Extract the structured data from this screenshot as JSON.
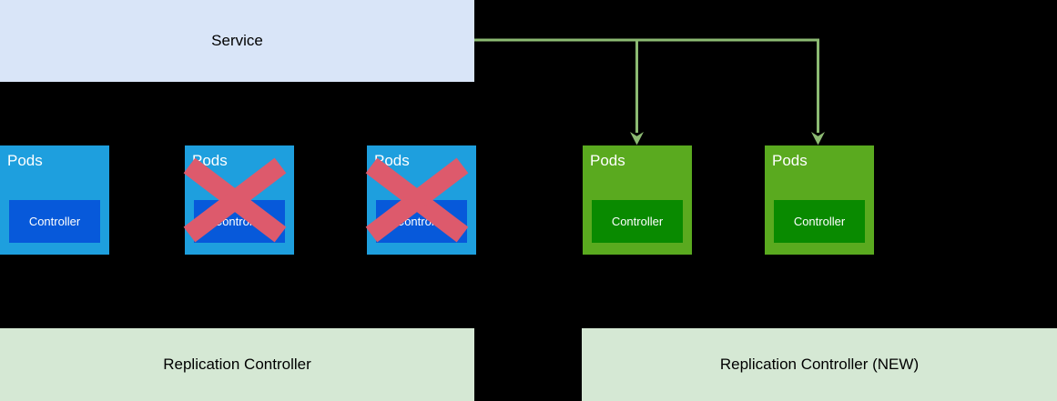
{
  "canvas": {
    "background": "#000000"
  },
  "colors": {
    "service_fill": "#d9e5f8",
    "pod_blue_fill": "#1e9fde",
    "controller_blue_fill": "#0759da",
    "pod_green_fill": "#5aaa1f",
    "controller_green_fill": "#098a00",
    "rc_fill": "#d5e8d4",
    "connector_green": "#8cba72",
    "cross_red": "#dd5a6c",
    "text_dark": "#000000",
    "text_light": "#ffffff"
  },
  "service": {
    "label": "Service"
  },
  "pods": [
    {
      "label": "Pods",
      "controller_label": "Controller",
      "variant": "blue",
      "crossed_out": false
    },
    {
      "label": "Pods",
      "controller_label": "Controller",
      "variant": "blue",
      "crossed_out": true
    },
    {
      "label": "Pods",
      "controller_label": "Controller",
      "variant": "blue",
      "crossed_out": true
    },
    {
      "label": "Pods",
      "controller_label": "Controller",
      "variant": "green",
      "crossed_out": false
    },
    {
      "label": "Pods",
      "controller_label": "Controller",
      "variant": "green",
      "crossed_out": false
    }
  ],
  "replication_controllers": [
    {
      "label": "Replication Controller"
    },
    {
      "label": "Replication Controller (NEW)"
    }
  ]
}
